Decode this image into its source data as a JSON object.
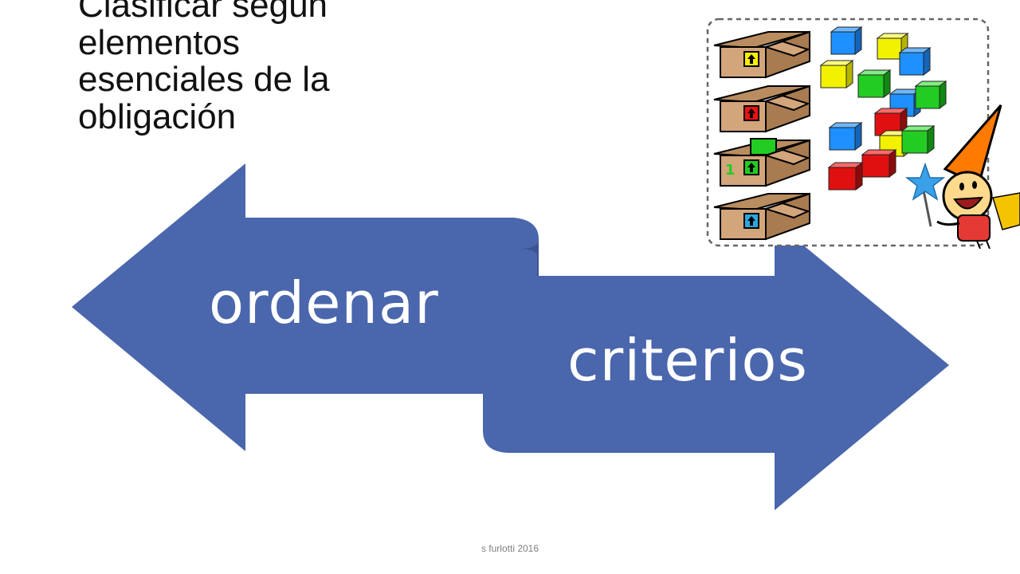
{
  "slide": {
    "title": "Clasificar según\nelementos\nesenciales de la\nobligación",
    "footer": "s furlotti 2016"
  },
  "diagram": {
    "left_arrow_label": "ordenar",
    "right_arrow_label": "criterios",
    "arrow_color": "#4a66ac",
    "arrow_fold_color": "#3d5493"
  },
  "illustration": {
    "box_number_label": "1",
    "box_tag_colors": [
      "#ffee00",
      "#ee1111",
      "#22cc22",
      "#2aa7e0"
    ],
    "cube_colors": {
      "blue": "#1e90ff",
      "yellow": "#f2f200",
      "green": "#22cc22",
      "red": "#e01010"
    }
  }
}
